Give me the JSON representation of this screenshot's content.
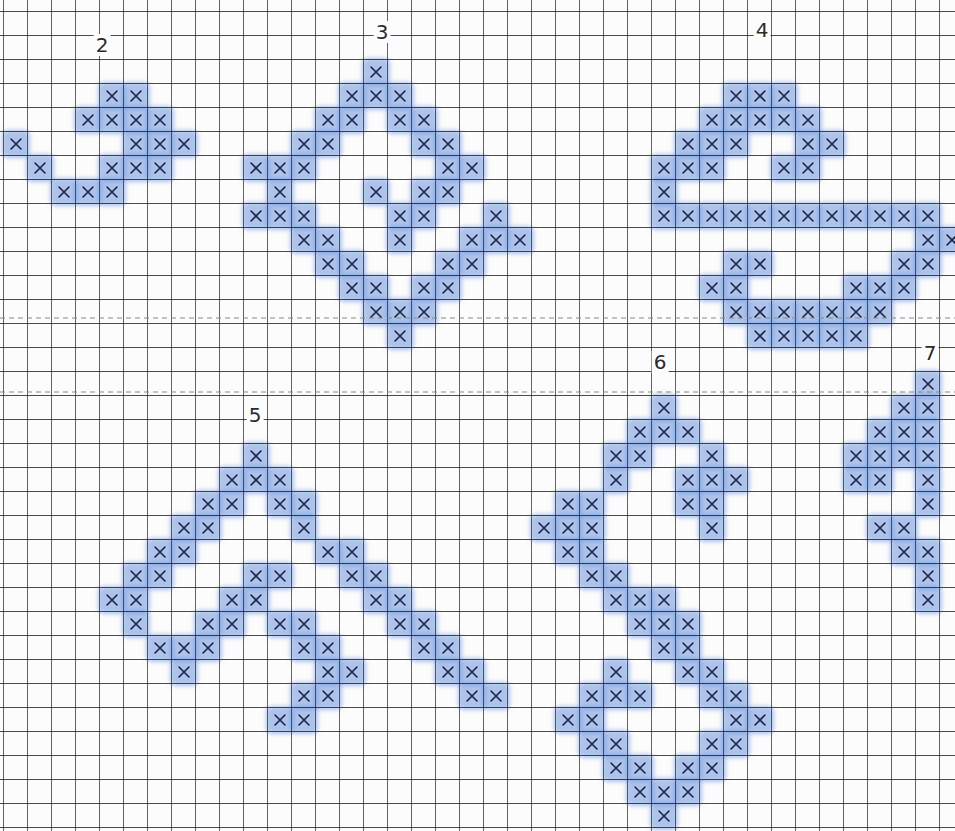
{
  "diagram": {
    "labels": [
      "2",
      "3",
      "4",
      "5",
      "6",
      "7"
    ]
  }
}
